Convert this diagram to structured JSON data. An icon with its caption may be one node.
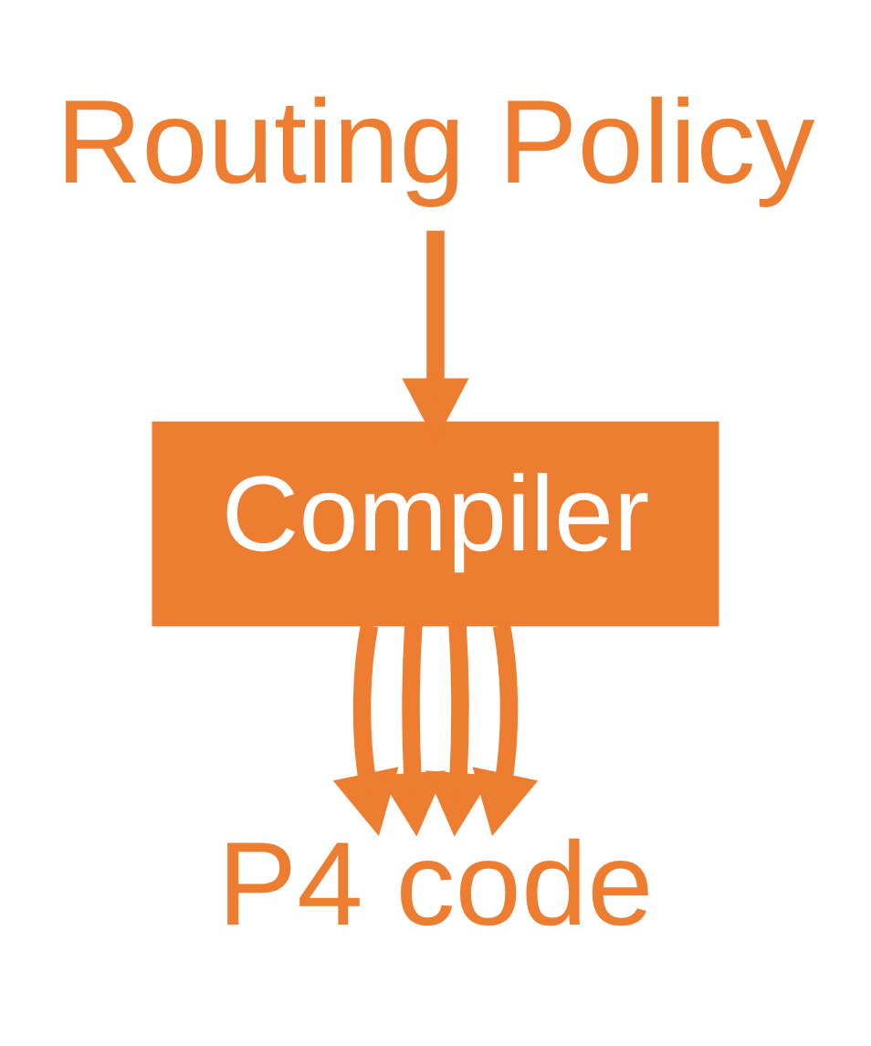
{
  "diagram": {
    "nodes": [
      {
        "text": [
          "Routing Policy"
        ]
      },
      {
        "text": [
          "Compiler"
        ]
      },
      {
        "text": [
          "P4 code"
        ]
      }
    ],
    "edges": [
      {
        "from": 0,
        "to": 1,
        "arrow": "to"
      },
      {
        "from": 1,
        "to": 2,
        "arrow": "to"
      },
      {
        "from": 1,
        "to": 2,
        "arrow": "to"
      },
      {
        "from": 1,
        "to": 2,
        "arrow": "to"
      },
      {
        "from": 1,
        "to": 2,
        "arrow": "to"
      }
    ]
  }
}
